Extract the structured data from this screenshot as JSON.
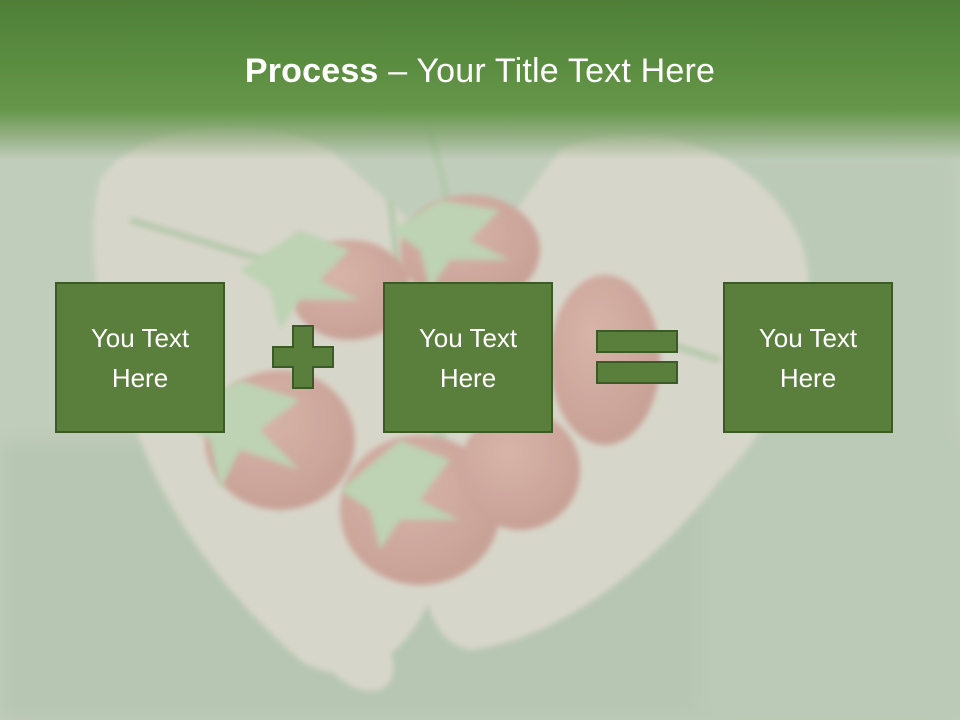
{
  "slide": {
    "title_bold": "Process",
    "title_dash": " – ",
    "title_rest": "Your Title Text Here"
  },
  "boxes": [
    {
      "text": "You Text Here"
    },
    {
      "text": "You Text Here"
    },
    {
      "text": "You Text Here"
    }
  ],
  "operators": {
    "first": "plus-icon",
    "second": "equals-icon"
  },
  "colors": {
    "title_band": "#5a8c40",
    "box_fill": "#5a7e3c",
    "box_border": "#3b5a26",
    "operator_fill": "#5a7e3c",
    "text": "#ffffff"
  }
}
